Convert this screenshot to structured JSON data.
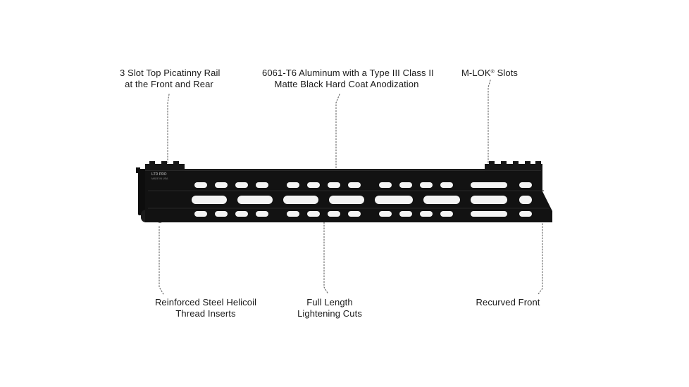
{
  "callouts": {
    "picatinny": {
      "line1": "3 Slot Top Picatinny Rail",
      "line2": "at the Front and Rear"
    },
    "aluminum": {
      "line1": "6061-T6 Aluminum with a Type III Class II",
      "line2": "Matte Black Hard Coat Anodization"
    },
    "mlok": {
      "text": "M-LOK",
      "mark": "®",
      "suffix": " Slots"
    },
    "helicoil": {
      "line1": "Reinforced Steel Helicoil",
      "line2": "Thread Inserts"
    },
    "lightening": {
      "line1": "Full Length",
      "line2": "Lightening Cuts"
    },
    "recurved": {
      "line1": "Recurved Front"
    }
  },
  "product": {
    "engraving_brand": "LTD PRO",
    "engraving_origin": "MADE IN USA"
  },
  "colors": {
    "rail_body": "#111111",
    "rail_edge": "#2a2a2a",
    "slot": "#f4f4f4",
    "leader": "#6b6b6b"
  }
}
